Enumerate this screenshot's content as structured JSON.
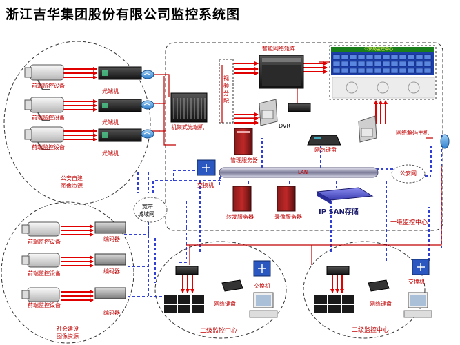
{
  "title": "浙江吉华集团股份有限公司监控系统图",
  "labels": {
    "front_camera": "前端监控设备",
    "optical_transceiver": "光端机",
    "rack_optical": "机架式光端机",
    "video_distributor": "视频分配",
    "matrix": "智能网络矩阵",
    "video_wall_header": "公安局监控中心",
    "dvr": "DVR",
    "net_keyboard": "网络键盘",
    "net_decoder_host": "网络解码主机",
    "mgmt_server": "管理服务器",
    "switch": "交换机",
    "lan": "LAN",
    "police_net": "公安网",
    "forward_server": "转发服务器",
    "record_server": "录像服务器",
    "ip_san": "IP SAN存储",
    "level1_center": "一级监控中心",
    "public_security_resource_1": "公安自建",
    "public_security_resource_2": "图像资源",
    "broadband_1": "宽带",
    "broadband_2": "城域网",
    "encoder": "编码器",
    "social_resource_1": "社会建设",
    "social_resource_2": "图像资源",
    "level2_center": "二级监控中心"
  },
  "colors": {
    "signal_red": "#e00000",
    "network_blue": "#1a2ad0",
    "link_red": "#c00000",
    "dashed_border": "#333333"
  }
}
